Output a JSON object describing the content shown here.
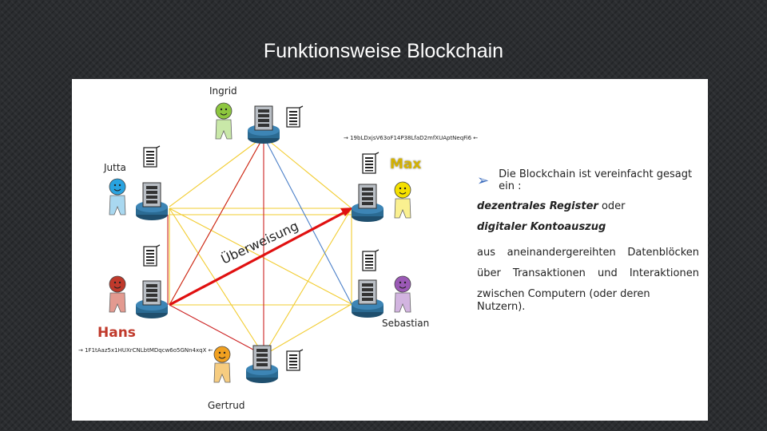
{
  "slide": {
    "title": "Funktionsweise Blockchain"
  },
  "nodes": {
    "ingrid": {
      "name": "Ingrid",
      "color": "#8dc63f"
    },
    "jutta": {
      "name": "Jutta",
      "color": "#29a3e0"
    },
    "hans": {
      "name": "Hans",
      "color": "#c0392b"
    },
    "gertrud": {
      "name": "Gertrud",
      "color": "#f0a020"
    },
    "sebastian": {
      "name": "Sebastian",
      "color": "#9b59b6"
    },
    "max": {
      "name": "Max",
      "color": "#f4e000"
    }
  },
  "addresses": {
    "max": "→ 19bLDxjsV63oF14P38LfaD2mfXUAptNeqFi6 ←",
    "hans": "→ 1F1tAaz5x1HUXrCNLbtMDqcw6o5GNn4xqX ←"
  },
  "arrow_label": "Überweisung",
  "colors": {
    "edge_yellow": "#f2cc30",
    "edge_red": "#cc2222",
    "edge_blue": "#4a7fc8",
    "transfer": "#e01010",
    "bullet": "#3f6fbf"
  },
  "text": {
    "intro": "Die Blockchain ist vereinfacht gesagt ein :",
    "line1_emph": "dezentrales Register",
    "line1_rest": " oder",
    "line2_emph": "digitaler Kontoauszug",
    "line3": [
      "aus",
      "aneinandergereihten",
      "Datenblöcken"
    ],
    "line4": [
      "über",
      "Transaktionen",
      "und",
      "Interaktionen"
    ],
    "line5": "zwischen Computern (oder deren Nutzern)."
  }
}
